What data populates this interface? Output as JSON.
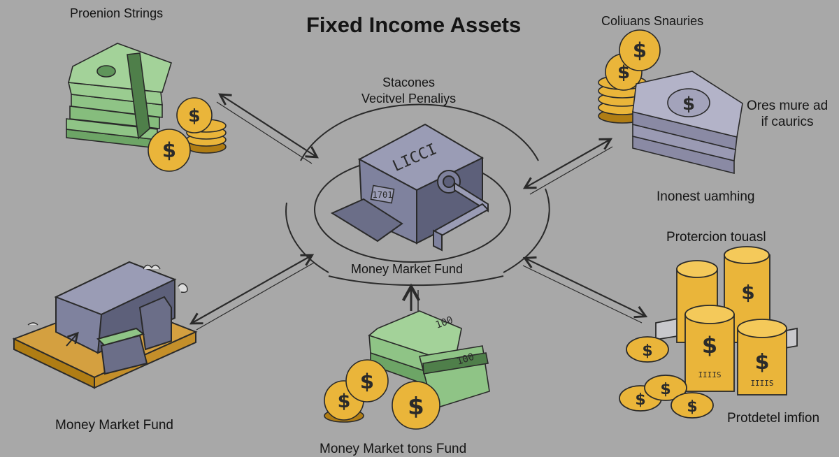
{
  "title": "Fixed Income Assets",
  "labels": {
    "top_left": "Proenion Strings",
    "top_right": "Coliuans Snauries",
    "center_top_line1": "Stacones",
    "center_top_line2": "Vecitvel Penaliys",
    "right_line1": "Ores mure ad",
    "right_line2": "if caurics",
    "right_mid": "Inonest uamhing",
    "right_lower": "Protercion touasl",
    "center": "Money Market Fund",
    "bottom_left": "Money Market Fund",
    "bottom_center": "Money Market tons Fund",
    "bottom_right": "Protdetel imfion"
  },
  "machine_text": {
    "top_face": "LICCI",
    "display": "1701"
  },
  "bill_text": "100",
  "coin_label": "IIIIS",
  "colors": {
    "background": "#a8a8a8",
    "bill": "#8fc486",
    "bill_dark": "#4f7f4a",
    "coin": "#eab53a",
    "coin_dark": "#b07d14",
    "machine": "#7f829e",
    "machine_dark": "#5d607a",
    "outline": "#2a2a2a"
  }
}
